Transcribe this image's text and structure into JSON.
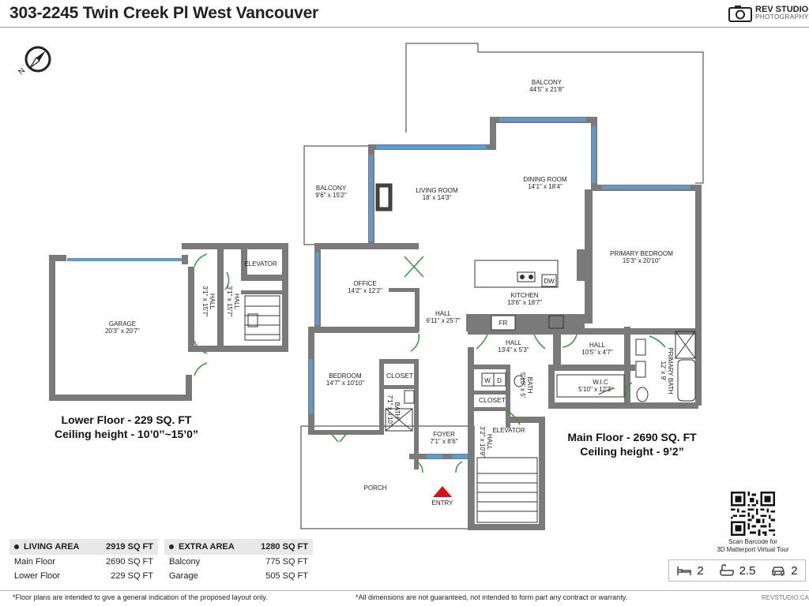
{
  "title": "303-2245 Twin Creek Pl West Vancouver",
  "brand": {
    "name": "REV STUDIO",
    "tagline": "PHOTOGRAPHY",
    "site": "REVSTUDIO.CA"
  },
  "rooms": {
    "balcony_top": {
      "name": "BALCONY",
      "dim": "44'5\" x 21'8\""
    },
    "balcony_left": {
      "name": "BALCONY",
      "dim": "9'6\" x 15'2\""
    },
    "living": {
      "name": "LIVING ROOM",
      "dim": "18' x 14'3\""
    },
    "dining": {
      "name": "DINING ROOM",
      "dim": "14'1\" x 18'4\""
    },
    "primary_bed": {
      "name": "PRIMARY BEDROOM",
      "dim": "15'3\" x 20'10\""
    },
    "office": {
      "name": "OFFICE",
      "dim": "14'2\" x 12'2\""
    },
    "kitchen": {
      "name": "KITCHEN",
      "dim": "13'6\" x 18'7\""
    },
    "hall_center": {
      "name": "HALL",
      "dim": "6'11\" x 25'7\""
    },
    "hall_mid": {
      "name": "HALL",
      "dim": "13'4\" x 5'3\""
    },
    "hall_right": {
      "name": "HALL",
      "dim": "10'5\" x 4'7\""
    },
    "bedroom": {
      "name": "BEDROOM",
      "dim": "14'7\" x 10'10\""
    },
    "closet1": {
      "name": "CLOSET"
    },
    "closet2": {
      "name": "CLOSET"
    },
    "bath1": {
      "name": "BATH",
      "dim": "7'1\" x 4'10\""
    },
    "bath2": {
      "name": "BATH",
      "dim": "5'10\" x 5'"
    },
    "wic": {
      "name": "W.I.C",
      "dim": "5'10\" x 12'3\""
    },
    "primary_bath": {
      "name": "PRIMARY BATH",
      "dim": "12' x 9'"
    },
    "foyer": {
      "name": "FOYER",
      "dim": "7'1\" x 8'6\""
    },
    "hall_foyer": {
      "name": "HALL",
      "dim": "3'2\" x 10'9\""
    },
    "elevator_main": {
      "name": "ELEVATOR"
    },
    "porch": {
      "name": "PORCH"
    },
    "entry": {
      "name": "ENTRY"
    },
    "garage": {
      "name": "GARAGE",
      "dim": "20'3\" x 20'7\""
    },
    "elevator_lower": {
      "name": "ELEVATOR"
    },
    "hall_lower1": {
      "name": "HALL",
      "dim": "3'1\" x 15'7\""
    },
    "hall_lower2": {
      "name": "HALL",
      "dim": "3'1\" x 15'7\""
    }
  },
  "fixtures": {
    "fridge": "FR",
    "dishwasher": "DW",
    "washer": "W",
    "dryer": "D"
  },
  "lower_floor": {
    "line1": "Lower Floor - 229 SQ. FT",
    "line2": "Ceiling height - 10’0’’~15’0”"
  },
  "main_floor": {
    "line1": "Main Floor - 2690 SQ. FT",
    "line2": "Ceiling height - 9’2”"
  },
  "living_area": {
    "label": "LIVING AREA",
    "total": "2919 SQ FT",
    "rows": [
      {
        "name": "Main Floor",
        "value": "2690 SQ FT"
      },
      {
        "name": "Lower Floor",
        "value": "229 SQ FT"
      }
    ]
  },
  "extra_area": {
    "label": "EXTRA AREA",
    "total": "1280 SQ FT",
    "rows": [
      {
        "name": "Balcony",
        "value": "775 SQ FT"
      },
      {
        "name": "Garage",
        "value": "505 SQ FT"
      }
    ]
  },
  "qr_caption": {
    "line1": "Scan Barcode for",
    "line2": "3D Matterport Virtual Tour"
  },
  "summary": {
    "bedrooms": "2",
    "bathrooms": "2.5",
    "parking": "2"
  },
  "footer": {
    "left": "*Floor plans are intended to give a general indication of the proposed layout only.",
    "center": "*All dimensions are not guaranteed, not intended to form part any contract or warranty."
  },
  "colors": {
    "wall": "#7a7a7a",
    "window": "#5b9bd5",
    "door": "#2e9a3c",
    "entry_marker": "#e01010"
  }
}
